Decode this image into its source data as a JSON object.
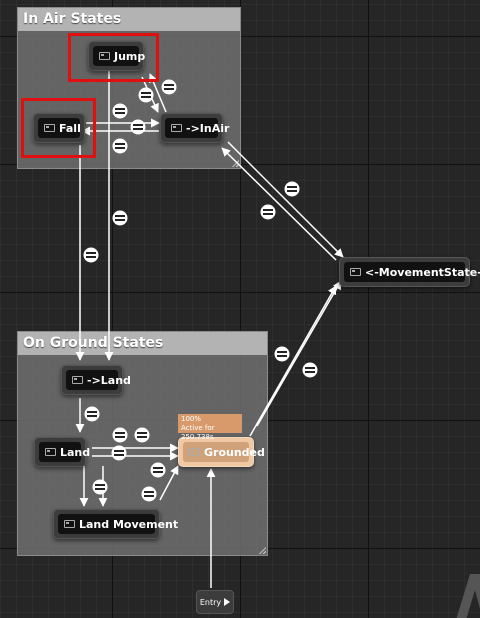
{
  "comments": {
    "in_air": "In Air States",
    "on_ground": "On Ground States"
  },
  "nodes": {
    "jump": "Jump",
    "fall": "Fall",
    "in_air": "->InAir",
    "movement_state": "<-MovementState->",
    "land_conduit": "->Land",
    "land": "Land",
    "grounded": "Grounded",
    "land_movement": "Land Movement"
  },
  "active_state": {
    "percent": "100%",
    "time": "Active for 250.738s"
  },
  "entry": "Entry",
  "colors": {
    "highlight": "#e01010",
    "active_node": "#f0c8a4"
  }
}
